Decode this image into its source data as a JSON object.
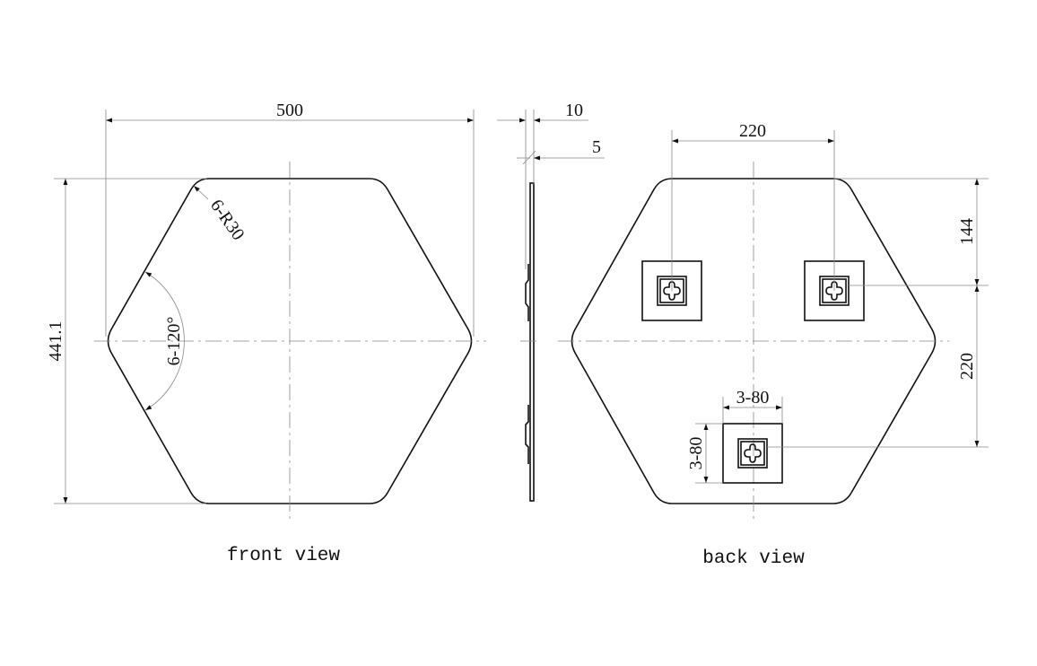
{
  "drawing": {
    "views": {
      "front": {
        "caption": "front view"
      },
      "side": {},
      "back": {
        "caption": "back view"
      }
    },
    "dimensions": {
      "front_width": "500",
      "front_height": "441.1",
      "corner_radius": "6-R30",
      "corner_angle": "6-120°",
      "side_thickness_total": "10",
      "side_thickness_panel": "5",
      "bracket_spacing_h": "220",
      "bracket_top_offset": "144",
      "bracket_spacing_v": "220",
      "bracket_width": "3-80",
      "bracket_height": "3-80"
    },
    "colors": {
      "outline": "#111111",
      "dimension_line": "#888888",
      "background": "#ffffff"
    }
  }
}
